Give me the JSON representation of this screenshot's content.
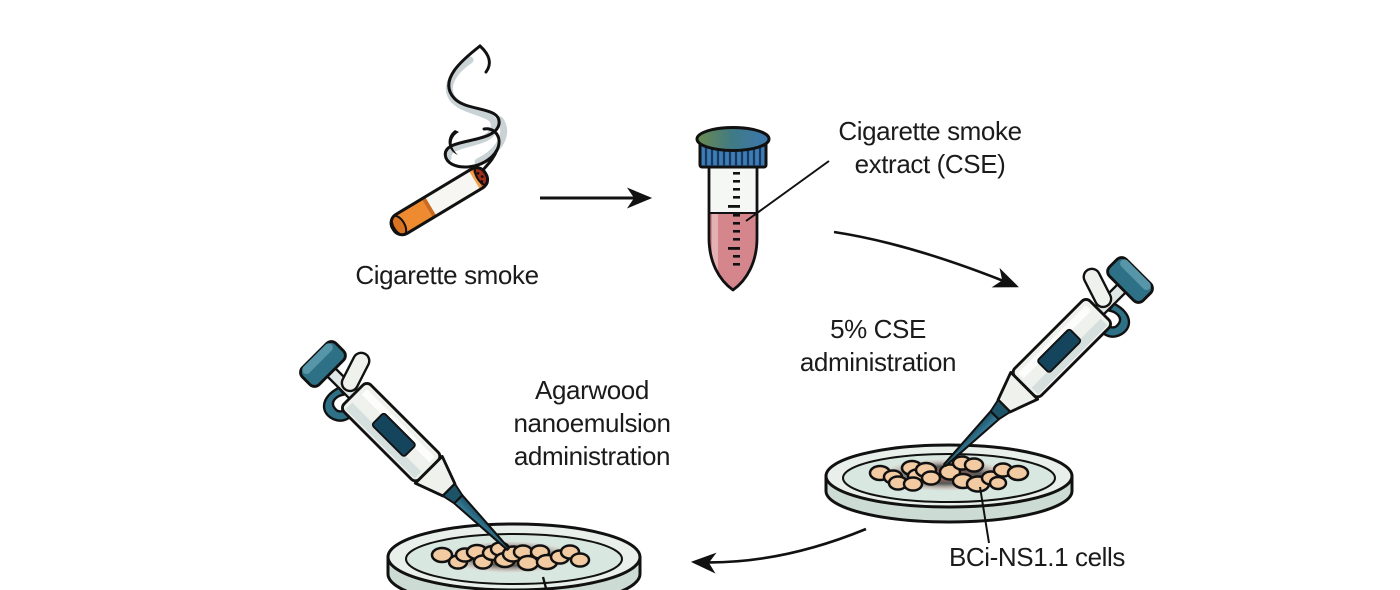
{
  "labels": {
    "cigarette": "Cigarette smoke",
    "tube_line1": "Cigarette smoke",
    "tube_line2": "extract (CSE)",
    "cse_line1": "5% CSE",
    "cse_line2": "administration",
    "agarwood_line1": "Agarwood",
    "agarwood_line2": "nanoemulsion",
    "agarwood_line3": "administration",
    "cells": "BCi-NS1.1 cells"
  },
  "icons": {
    "cigarette": "cigarette-with-smoke-icon",
    "tube": "falcon-tube-icon",
    "pipette_right": "micropipette-icon",
    "pipette_left": "micropipette-icon",
    "dish_right": "petri-dish-icon",
    "dish_left": "petri-dish-icon",
    "arrow_straight": "right-arrow-icon",
    "arrow_curved_right": "curved-arrow-down-right-icon",
    "arrow_curved_left": "curved-arrow-left-icon"
  },
  "colors": {
    "background": "#ffffff",
    "text": "#1b1b1b",
    "outline": "#111111",
    "cigarette_filter_orange": "#ee8a2f",
    "cigarette_ember_red": "#cf4e28",
    "smoke_grey": "#c3ced2",
    "tube_cap_blue": "#3e7cb5",
    "tube_liquid_pink": "#d4868c",
    "pipette_body_white": "#eef1ec",
    "pipette_teal": "#2e7187",
    "pipette_window_navy": "#14455c",
    "dish_fill_green": "#d8e7e0",
    "cse_blotch_red": "#e4685c",
    "nanoemulsion_yellow": "#f9d648",
    "cell_peach": "#f3cba3"
  }
}
